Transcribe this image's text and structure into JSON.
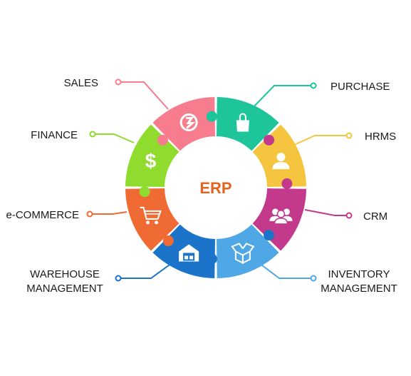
{
  "center_label": "ERP",
  "segments": [
    {
      "id": "sales",
      "lines": [
        "SALES"
      ],
      "color": "#f67c8e",
      "icon": "money-icon"
    },
    {
      "id": "purchase",
      "lines": [
        "PURCHASE"
      ],
      "color": "#1ec49a",
      "icon": "shopping-bag-icon"
    },
    {
      "id": "hrms",
      "lines": [
        "HRMS"
      ],
      "color": "#f5c53f",
      "icon": "person-icon"
    },
    {
      "id": "crm",
      "lines": [
        "CRM"
      ],
      "color": "#c33a8d",
      "icon": "people-group-icon"
    },
    {
      "id": "inventory",
      "lines": [
        "INVENTORY",
        "MANAGEMENT"
      ],
      "color": "#4fa7e6",
      "icon": "open-box-icon"
    },
    {
      "id": "warehouse",
      "lines": [
        "WAREHOUSE",
        "MANAGEMENT"
      ],
      "color": "#1b74c9",
      "icon": "warehouse-icon"
    },
    {
      "id": "ecommerce",
      "lines": [
        "e-COMMERCE"
      ],
      "color": "#f06b34",
      "icon": "shopping-cart-icon"
    },
    {
      "id": "finance",
      "lines": [
        "FINANCE"
      ],
      "color": "#8fdc2e",
      "icon": "dollar-icon"
    }
  ]
}
